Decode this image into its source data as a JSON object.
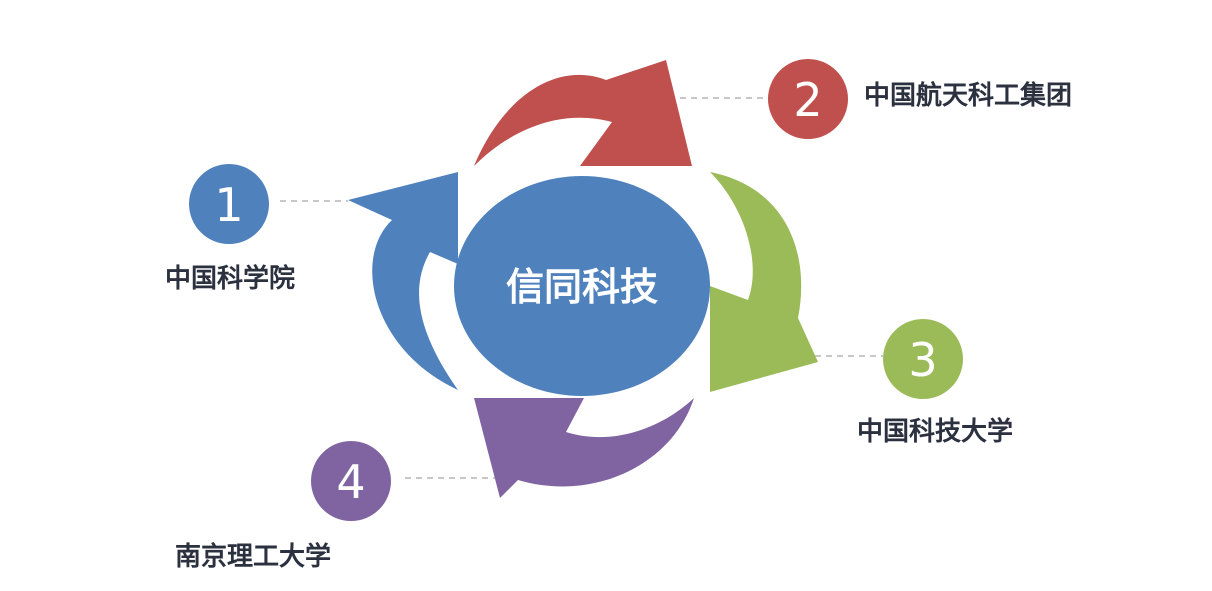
{
  "center": {
    "label": "信同科技",
    "color": "#4f81bd"
  },
  "nodes": [
    {
      "number": "1",
      "label": "中国科学院",
      "color": "#4f81bd"
    },
    {
      "number": "2",
      "label": "中国航天科工集团",
      "color": "#c0504d"
    },
    {
      "number": "3",
      "label": "中国科技大学",
      "color": "#9bbb59"
    },
    {
      "number": "4",
      "label": "南京理工大学",
      "color": "#8064a2"
    }
  ],
  "text_color": "#2c3140",
  "connector_color": "#c8c8c8"
}
